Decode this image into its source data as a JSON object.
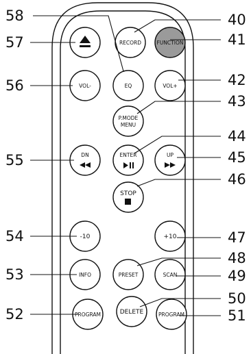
{
  "buttons": {
    "eject": {
      "label": "",
      "icon": "eject-icon"
    },
    "record": {
      "label": "RECORD"
    },
    "function": {
      "label": "FUNCTION",
      "color": "#9a9a9a"
    },
    "vol_minus": {
      "label": "VOL-"
    },
    "eq": {
      "label": "EQ"
    },
    "vol_plus": {
      "label": "VOL+"
    },
    "pmode_menu": {
      "line1": "P.MODE",
      "line2": "MENU"
    },
    "dn": {
      "label": "DN",
      "icon": "rewind-icon"
    },
    "enter": {
      "label": "ENTER",
      "icon": "play-pause-icon"
    },
    "up": {
      "label": "UP",
      "icon": "fast-forward-icon"
    },
    "stop": {
      "label": "STOP",
      "icon": "stop-icon"
    },
    "minus10": {
      "label": "-10"
    },
    "plus10": {
      "label": "+10"
    },
    "info": {
      "label": "INFO"
    },
    "preset": {
      "label": "PRESET"
    },
    "scan": {
      "label": "SCAN"
    },
    "program_left": {
      "label": "PROGRAM"
    },
    "delete": {
      "label": "DELETE"
    },
    "program_right": {
      "label": "PROGRAM"
    }
  },
  "callouts": {
    "c40": "40",
    "c41": "41",
    "c42": "42",
    "c43": "43",
    "c44": "44",
    "c45": "45",
    "c46": "46",
    "c47": "47",
    "c48": "48",
    "c49": "49",
    "c50": "50",
    "c51": "51",
    "c52": "52",
    "c53": "53",
    "c54": "54",
    "c55": "55",
    "c56": "56",
    "c57": "57",
    "c58": "58"
  }
}
